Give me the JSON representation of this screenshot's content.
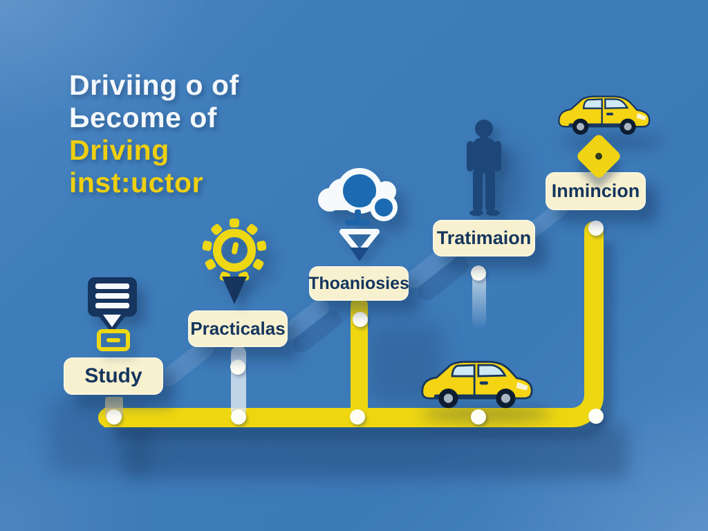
{
  "title": {
    "line1": "Driviing o of",
    "line2": "Ьecome of",
    "line3": "Driving",
    "line4": "inst:uctor"
  },
  "steps": [
    {
      "label": "Study"
    },
    {
      "label": "Practicalas"
    },
    {
      "label": "Thoaniosies"
    },
    {
      "label": "Tratimaion"
    },
    {
      "label": "Inmincion"
    }
  ],
  "icons": [
    "chat-lines-icon",
    "card-outline-icon",
    "gear-magnifier-icon",
    "map-pointer-icon",
    "cloud-network-icon",
    "chevron-down-icon",
    "person-icon",
    "car-icon",
    "diamond-sign-icon",
    "timeline-path",
    "timeline-dot"
  ],
  "colors": {
    "background_blue": "#3e7cba",
    "path_yellow": "#eed711",
    "label_bg": "#f8f1cf",
    "label_text": "#14355e",
    "navy": "#16355e",
    "cloud_blue": "#1c6bb2",
    "person_blue": "#1d4778",
    "car_yellow": "#f5d413",
    "title_white": "#f4f8fb",
    "title_yellow": "#eecf10",
    "dot_white": "#fffef6"
  }
}
